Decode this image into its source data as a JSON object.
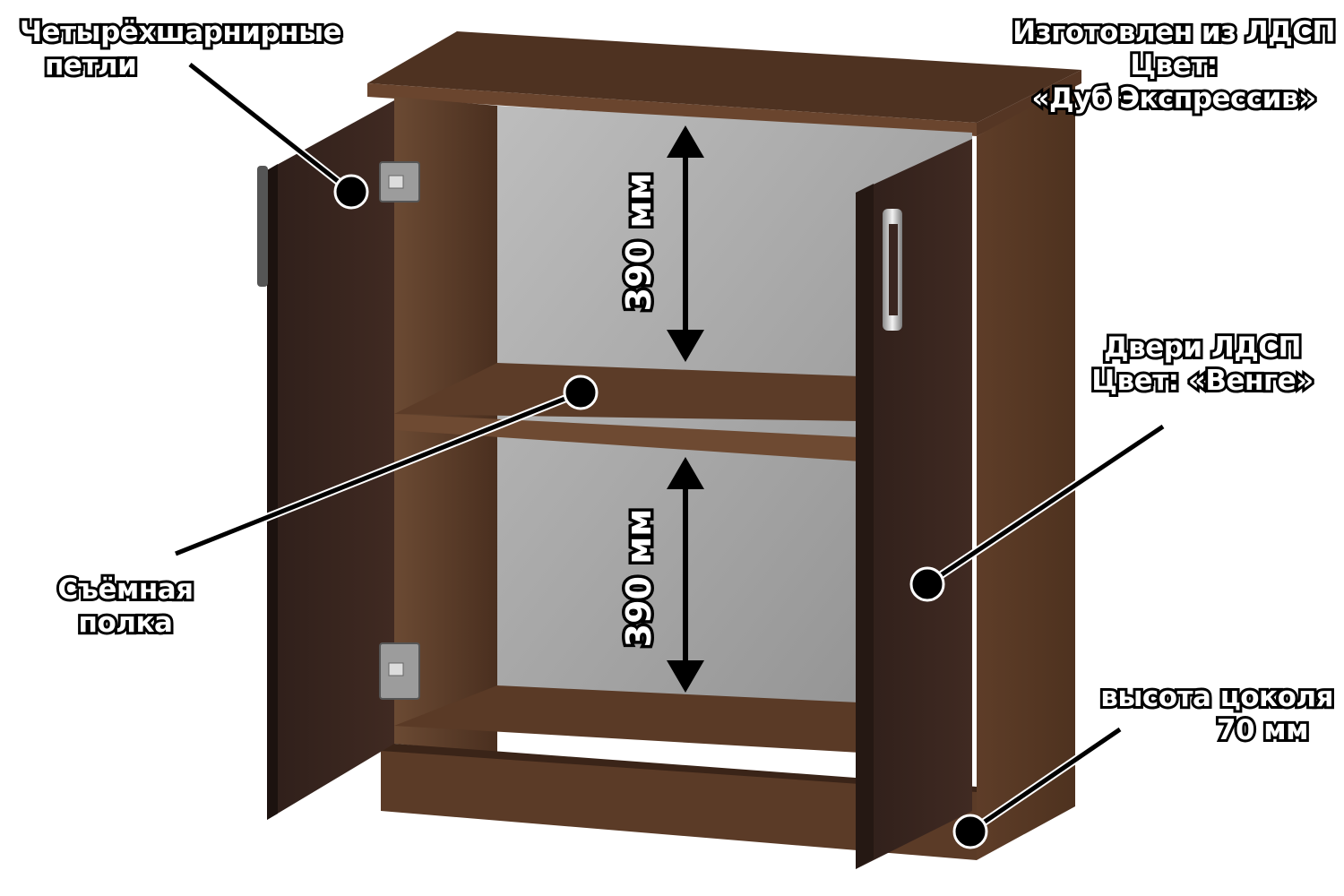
{
  "labels": {
    "hinges": [
      "Четырёхшарнирные",
      "петли"
    ],
    "material": [
      "Изготовлен из ЛДСП",
      "Цвет:",
      "«Дуб Экспрессив»"
    ],
    "doors": [
      "Двери ЛДСП",
      "Цвет: «Венге»"
    ],
    "shelf": [
      "Съёмная",
      "полка"
    ],
    "plinth": [
      "высота цоколя",
      "70 мм"
    ]
  },
  "dimensions": {
    "upper": "390 мм",
    "lower": "390 мм"
  },
  "colors": {
    "body": "#5a3a26",
    "doors": "#3a2620",
    "back_panel": "#a8a8a8",
    "label_text": "#ffffff",
    "label_outline": "#000000"
  }
}
